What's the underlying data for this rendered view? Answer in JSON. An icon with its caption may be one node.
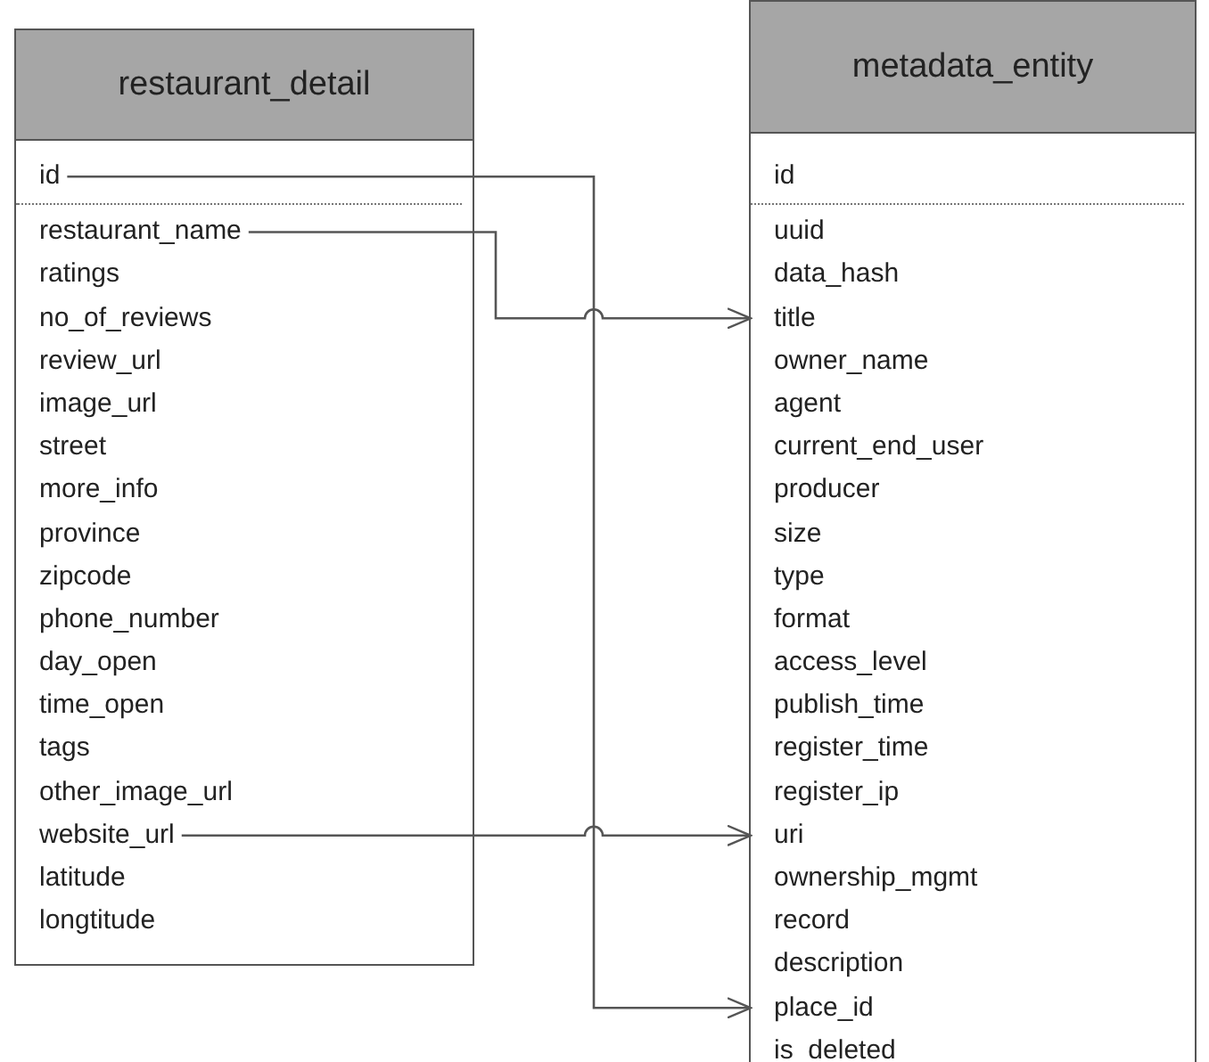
{
  "diagram": {
    "nodes": [
      {
        "text": [
          "restaurant_detail"
        ]
      },
      {
        "text": [
          "id"
        ],
        "in": 0
      },
      {
        "text": [
          "restaurant_name"
        ],
        "in": 0
      },
      {
        "text": [
          "ratings"
        ],
        "in": 0
      },
      {
        "text": [
          "no_of_reviews"
        ],
        "in": 0
      },
      {
        "text": [
          "review_url"
        ],
        "in": 0
      },
      {
        "text": [
          "image_url"
        ],
        "in": 0
      },
      {
        "text": [
          "street"
        ],
        "in": 0
      },
      {
        "text": [
          "more_info"
        ],
        "in": 0
      },
      {
        "text": [
          "province"
        ],
        "in": 0
      },
      {
        "text": [
          "zipcode"
        ],
        "in": 0
      },
      {
        "text": [
          "phone_number"
        ],
        "in": 0
      },
      {
        "text": [
          "day_open"
        ],
        "in": 0
      },
      {
        "text": [
          "time_open"
        ],
        "in": 0
      },
      {
        "text": [
          "tags"
        ],
        "in": 0
      },
      {
        "text": [
          "other_image_url"
        ],
        "in": 0
      },
      {
        "text": [
          "website_url"
        ],
        "in": 0
      },
      {
        "text": [
          "latitude"
        ],
        "in": 0
      },
      {
        "text": [
          "longtitude"
        ],
        "in": 0
      },
      {
        "text": [
          "metadata_entity"
        ]
      },
      {
        "text": [
          "id"
        ],
        "in": 19
      },
      {
        "text": [
          "uuid"
        ],
        "in": 19
      },
      {
        "text": [
          "data_hash"
        ],
        "in": 19
      },
      {
        "text": [
          "title"
        ],
        "in": 19
      },
      {
        "text": [
          "owner_name"
        ],
        "in": 19
      },
      {
        "text": [
          "agent"
        ],
        "in": 19
      },
      {
        "text": [
          "current_end_user"
        ],
        "in": 19
      },
      {
        "text": [
          "producer"
        ],
        "in": 19
      },
      {
        "text": [
          "size"
        ],
        "in": 19
      },
      {
        "text": [
          "type"
        ],
        "in": 19
      },
      {
        "text": [
          "format"
        ],
        "in": 19
      },
      {
        "text": [
          "access_level"
        ],
        "in": 19
      },
      {
        "text": [
          "publish_time"
        ],
        "in": 19
      },
      {
        "text": [
          "register_time"
        ],
        "in": 19
      },
      {
        "text": [
          "register_ip"
        ],
        "in": 19
      },
      {
        "text": [
          "uri"
        ],
        "in": 19
      },
      {
        "text": [
          "ownership_mgmt"
        ],
        "in": 19
      },
      {
        "text": [
          "record"
        ],
        "in": 19
      },
      {
        "text": [
          "description"
        ],
        "in": 19
      },
      {
        "text": [
          "place_id"
        ],
        "in": 19
      },
      {
        "text": [
          "is_deleted"
        ],
        "in": 19
      }
    ],
    "edges": [
      {
        "from": 2,
        "to": 23,
        "arrow": "to"
      },
      {
        "from": 16,
        "to": 35,
        "arrow": "to"
      },
      {
        "from": 1,
        "to": 39,
        "arrow": "to"
      }
    ]
  }
}
